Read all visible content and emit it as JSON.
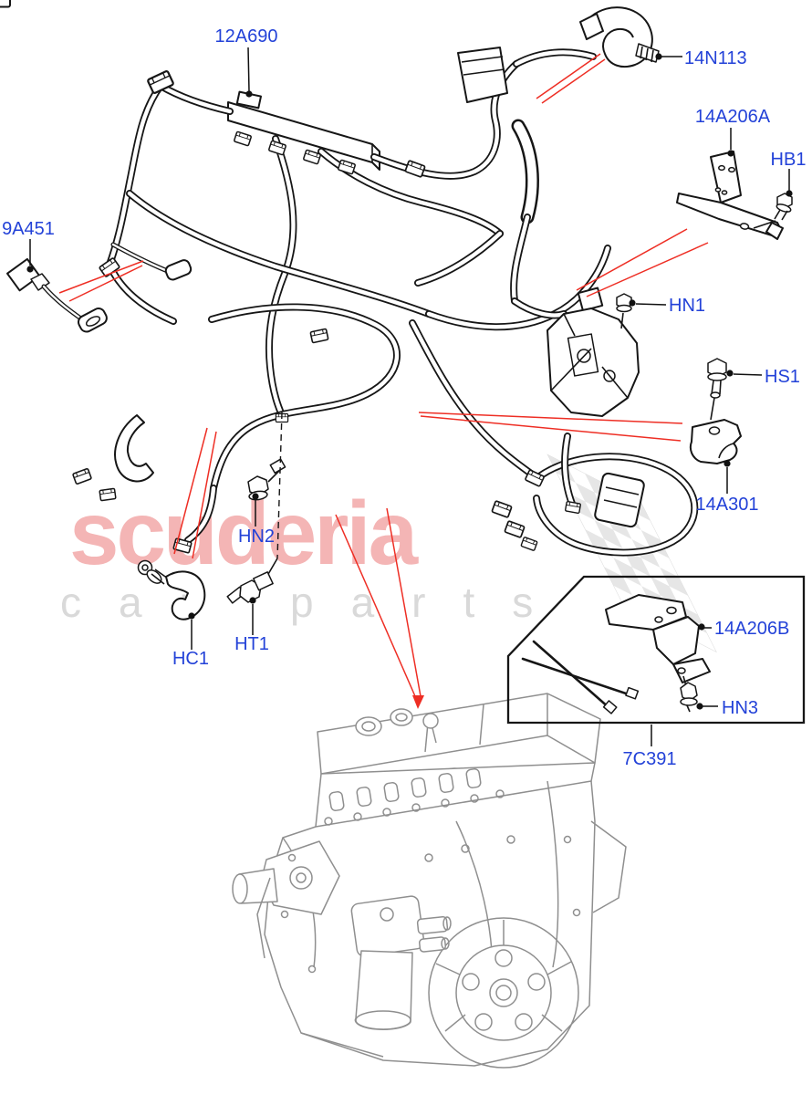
{
  "watermark": {
    "brand": "scuderia",
    "word1": "car",
    "word2": "parts"
  },
  "part_labels": [
    {
      "id": "12A690",
      "text": "12A690"
    },
    {
      "id": "14N113",
      "text": "14N113"
    },
    {
      "id": "14A206A",
      "text": "14A206A"
    },
    {
      "id": "HB1",
      "text": "HB1"
    },
    {
      "id": "9A451",
      "text": "9A451"
    },
    {
      "id": "HN1",
      "text": "HN1"
    },
    {
      "id": "HS1",
      "text": "HS1"
    },
    {
      "id": "14A301",
      "text": "14A301"
    },
    {
      "id": "HN2",
      "text": "HN2"
    },
    {
      "id": "HT1",
      "text": "HT1"
    },
    {
      "id": "HC1",
      "text": "HC1"
    },
    {
      "id": "14A206B",
      "text": "14A206B"
    },
    {
      "id": "HN3",
      "text": "HN3"
    },
    {
      "id": "7C391",
      "text": "7C391"
    }
  ],
  "colors": {
    "label_blue": "#2342d8",
    "leader_red": "#ee2e24",
    "line_black": "#161616",
    "engine_gray": "#8f8f8f",
    "watermark_pink": "#f4b5b5",
    "watermark_gray": "#d9d9d9"
  }
}
